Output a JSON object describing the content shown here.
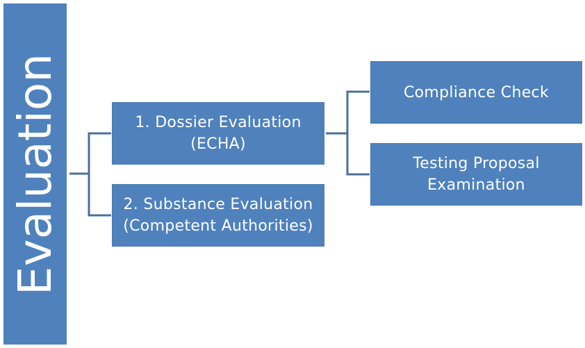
{
  "root": {
    "label": "Evaluation"
  },
  "nodes": [
    {
      "line1": "1. Dossier Evaluation",
      "line2": "(ECHA)"
    },
    {
      "line1": "2. Substance Evaluation",
      "line2": "(Competent Authorities)"
    },
    {
      "line1": "Compliance Check",
      "line2": ""
    },
    {
      "line1": "Testing Proposal",
      "line2": "Examination"
    }
  ],
  "colors": {
    "box_fill": "#4f81bd",
    "connector": "#4a6f9c",
    "text": "#ffffff"
  }
}
